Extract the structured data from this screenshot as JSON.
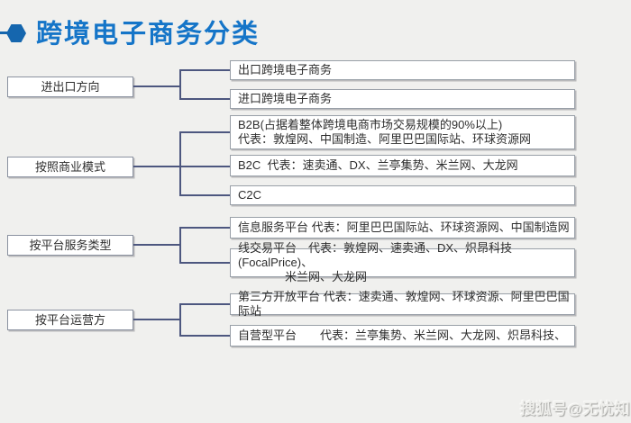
{
  "page": {
    "title": "跨境电子商务分类",
    "watermark": "搜狐号@无忧知",
    "colors": {
      "background": "#f0f0ee",
      "title_blue": "#1575c8",
      "hexagon_blue": "#1566ae",
      "connector": "#4d577f",
      "box_border": "#99a0a8",
      "box_background": "#ffffff",
      "text": "#2e2e2e"
    }
  },
  "groups": [
    {
      "label": "进出口方向",
      "children": [
        {
          "lines": [
            "出口跨境电子商务"
          ]
        },
        {
          "lines": [
            "进口跨境电子商务"
          ]
        }
      ]
    },
    {
      "label": "按照商业模式",
      "children": [
        {
          "lines": [
            "B2B(占据着整体跨境电商市场交易规模的90%以上)",
            "代表：敦煌网、中国制造、阿里巴巴国际站、环球资源网"
          ]
        },
        {
          "lines": [
            "B2C  代表：速卖通、DX、兰亭集势、米兰网、大龙网"
          ]
        },
        {
          "lines": [
            "C2C"
          ]
        }
      ]
    },
    {
      "label": "按平台服务类型",
      "children": [
        {
          "lines": [
            "信息服务平台 代表：阿里巴巴国际站、环球资源网、中国制造网"
          ]
        },
        {
          "lines": [
            "线交易平台　代表：敦煌网、速卖通、DX、炽昂科技(FocalPrice)、",
            "米兰网、大龙网"
          ]
        }
      ]
    },
    {
      "label": "按平台运营方",
      "children": [
        {
          "lines": [
            "第三方开放平台 代表：速卖通、敦煌网、环球资源、阿里巴巴国际站"
          ]
        },
        {
          "lines": [
            "自营型平台　　代表：兰亭集势、米兰网、大龙网、炽昂科技、"
          ]
        }
      ]
    }
  ]
}
